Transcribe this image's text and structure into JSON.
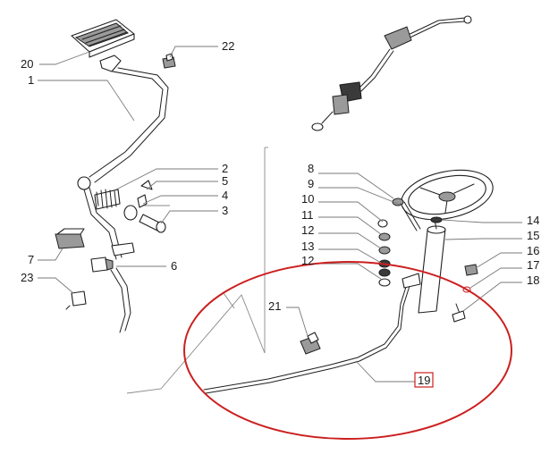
{
  "diagram": {
    "callouts": [
      {
        "id": "c1",
        "text": "1"
      },
      {
        "id": "c2",
        "text": "2"
      },
      {
        "id": "c3",
        "text": "3"
      },
      {
        "id": "c4",
        "text": "4"
      },
      {
        "id": "c5",
        "text": "5"
      },
      {
        "id": "c6",
        "text": "6"
      },
      {
        "id": "c7",
        "text": "7"
      },
      {
        "id": "c8",
        "text": "8"
      },
      {
        "id": "c9",
        "text": "9"
      },
      {
        "id": "c10",
        "text": "10"
      },
      {
        "id": "c11",
        "text": "11"
      },
      {
        "id": "c12a",
        "text": "12"
      },
      {
        "id": "c12b",
        "text": "12"
      },
      {
        "id": "c13",
        "text": "13"
      },
      {
        "id": "c14",
        "text": "14"
      },
      {
        "id": "c15",
        "text": "15"
      },
      {
        "id": "c16",
        "text": "16"
      },
      {
        "id": "c17",
        "text": "17"
      },
      {
        "id": "c18",
        "text": "18"
      },
      {
        "id": "c19",
        "text": "19"
      },
      {
        "id": "c20",
        "text": "20"
      },
      {
        "id": "c21",
        "text": "21"
      },
      {
        "id": "c22",
        "text": "22"
      },
      {
        "id": "c23",
        "text": "23"
      }
    ],
    "highlight_color": "#cc1f1f",
    "highlighted_callout": "19"
  }
}
